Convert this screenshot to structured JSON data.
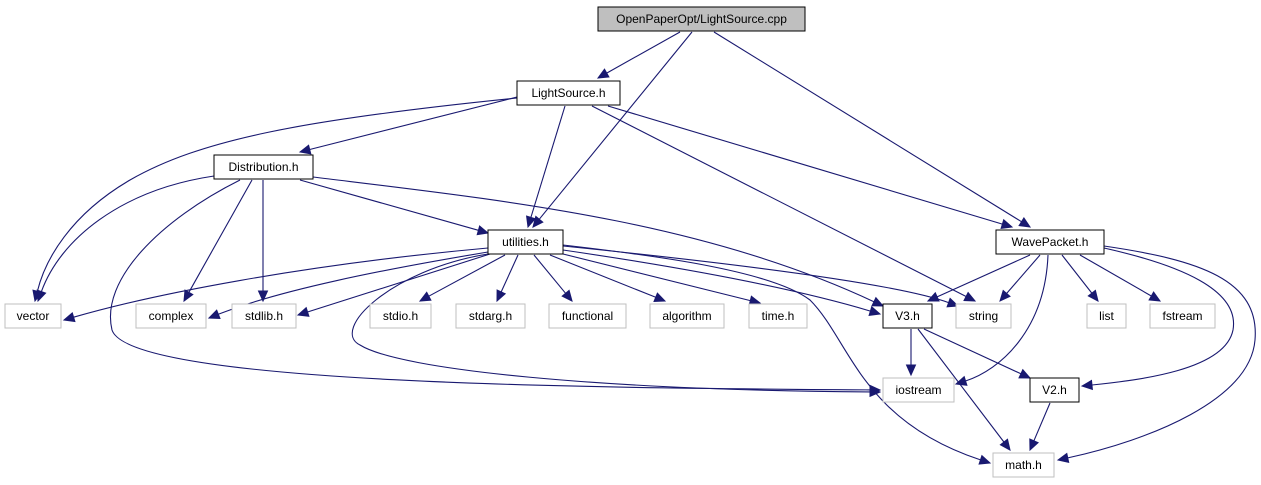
{
  "title": "OpenPaperOpt/LightSource.cpp include dependency graph",
  "colors": {
    "edge": "#191970",
    "main_fill": "#bfbfbf",
    "local_border": "#000000",
    "system_border": "#bfbfbf",
    "background": "#ffffff"
  },
  "nodes": {
    "lightsource_cpp": {
      "label": "OpenPaperOpt/LightSource.cpp",
      "kind": "main"
    },
    "lightsource_h": {
      "label": "LightSource.h",
      "kind": "local"
    },
    "distribution_h": {
      "label": "Distribution.h",
      "kind": "local"
    },
    "utilities_h": {
      "label": "utilities.h",
      "kind": "local"
    },
    "wavepacket_h": {
      "label": "WavePacket.h",
      "kind": "local"
    },
    "v3_h": {
      "label": "V3.h",
      "kind": "local"
    },
    "v2_h": {
      "label": "V2.h",
      "kind": "local"
    },
    "vector": {
      "label": "vector",
      "kind": "system"
    },
    "complex": {
      "label": "complex",
      "kind": "system"
    },
    "stdlib_h": {
      "label": "stdlib.h",
      "kind": "system"
    },
    "stdio_h": {
      "label": "stdio.h",
      "kind": "system"
    },
    "stdarg_h": {
      "label": "stdarg.h",
      "kind": "system"
    },
    "functional": {
      "label": "functional",
      "kind": "system"
    },
    "algorithm": {
      "label": "algorithm",
      "kind": "system"
    },
    "time_h": {
      "label": "time.h",
      "kind": "system"
    },
    "string": {
      "label": "string",
      "kind": "system"
    },
    "list": {
      "label": "list",
      "kind": "system"
    },
    "fstream": {
      "label": "fstream",
      "kind": "system"
    },
    "iostream": {
      "label": "iostream",
      "kind": "system"
    },
    "math_h": {
      "label": "math.h",
      "kind": "system"
    }
  },
  "edges": [
    {
      "from": "lightsource_cpp",
      "to": "lightsource_h"
    },
    {
      "from": "lightsource_cpp",
      "to": "utilities_h"
    },
    {
      "from": "lightsource_cpp",
      "to": "wavepacket_h"
    },
    {
      "from": "lightsource_h",
      "to": "distribution_h"
    },
    {
      "from": "lightsource_h",
      "to": "vector"
    },
    {
      "from": "lightsource_h",
      "to": "utilities_h"
    },
    {
      "from": "lightsource_h",
      "to": "string"
    },
    {
      "from": "lightsource_h",
      "to": "wavepacket_h"
    },
    {
      "from": "distribution_h",
      "to": "vector"
    },
    {
      "from": "distribution_h",
      "to": "complex"
    },
    {
      "from": "distribution_h",
      "to": "stdlib_h"
    },
    {
      "from": "distribution_h",
      "to": "utilities_h"
    },
    {
      "from": "distribution_h",
      "to": "v3_h"
    },
    {
      "from": "distribution_h",
      "to": "iostream"
    },
    {
      "from": "utilities_h",
      "to": "vector"
    },
    {
      "from": "utilities_h",
      "to": "complex"
    },
    {
      "from": "utilities_h",
      "to": "stdlib_h"
    },
    {
      "from": "utilities_h",
      "to": "stdio_h"
    },
    {
      "from": "utilities_h",
      "to": "stdarg_h"
    },
    {
      "from": "utilities_h",
      "to": "functional"
    },
    {
      "from": "utilities_h",
      "to": "algorithm"
    },
    {
      "from": "utilities_h",
      "to": "time_h"
    },
    {
      "from": "utilities_h",
      "to": "v3_h"
    },
    {
      "from": "utilities_h",
      "to": "string"
    },
    {
      "from": "utilities_h",
      "to": "iostream"
    },
    {
      "from": "utilities_h",
      "to": "math_h"
    },
    {
      "from": "wavepacket_h",
      "to": "v3_h"
    },
    {
      "from": "wavepacket_h",
      "to": "string"
    },
    {
      "from": "wavepacket_h",
      "to": "list"
    },
    {
      "from": "wavepacket_h",
      "to": "fstream"
    },
    {
      "from": "wavepacket_h",
      "to": "iostream"
    },
    {
      "from": "wavepacket_h",
      "to": "v2_h"
    },
    {
      "from": "wavepacket_h",
      "to": "math_h"
    },
    {
      "from": "v3_h",
      "to": "iostream"
    },
    {
      "from": "v3_h",
      "to": "v2_h"
    },
    {
      "from": "v3_h",
      "to": "math_h"
    },
    {
      "from": "v2_h",
      "to": "math_h"
    }
  ]
}
